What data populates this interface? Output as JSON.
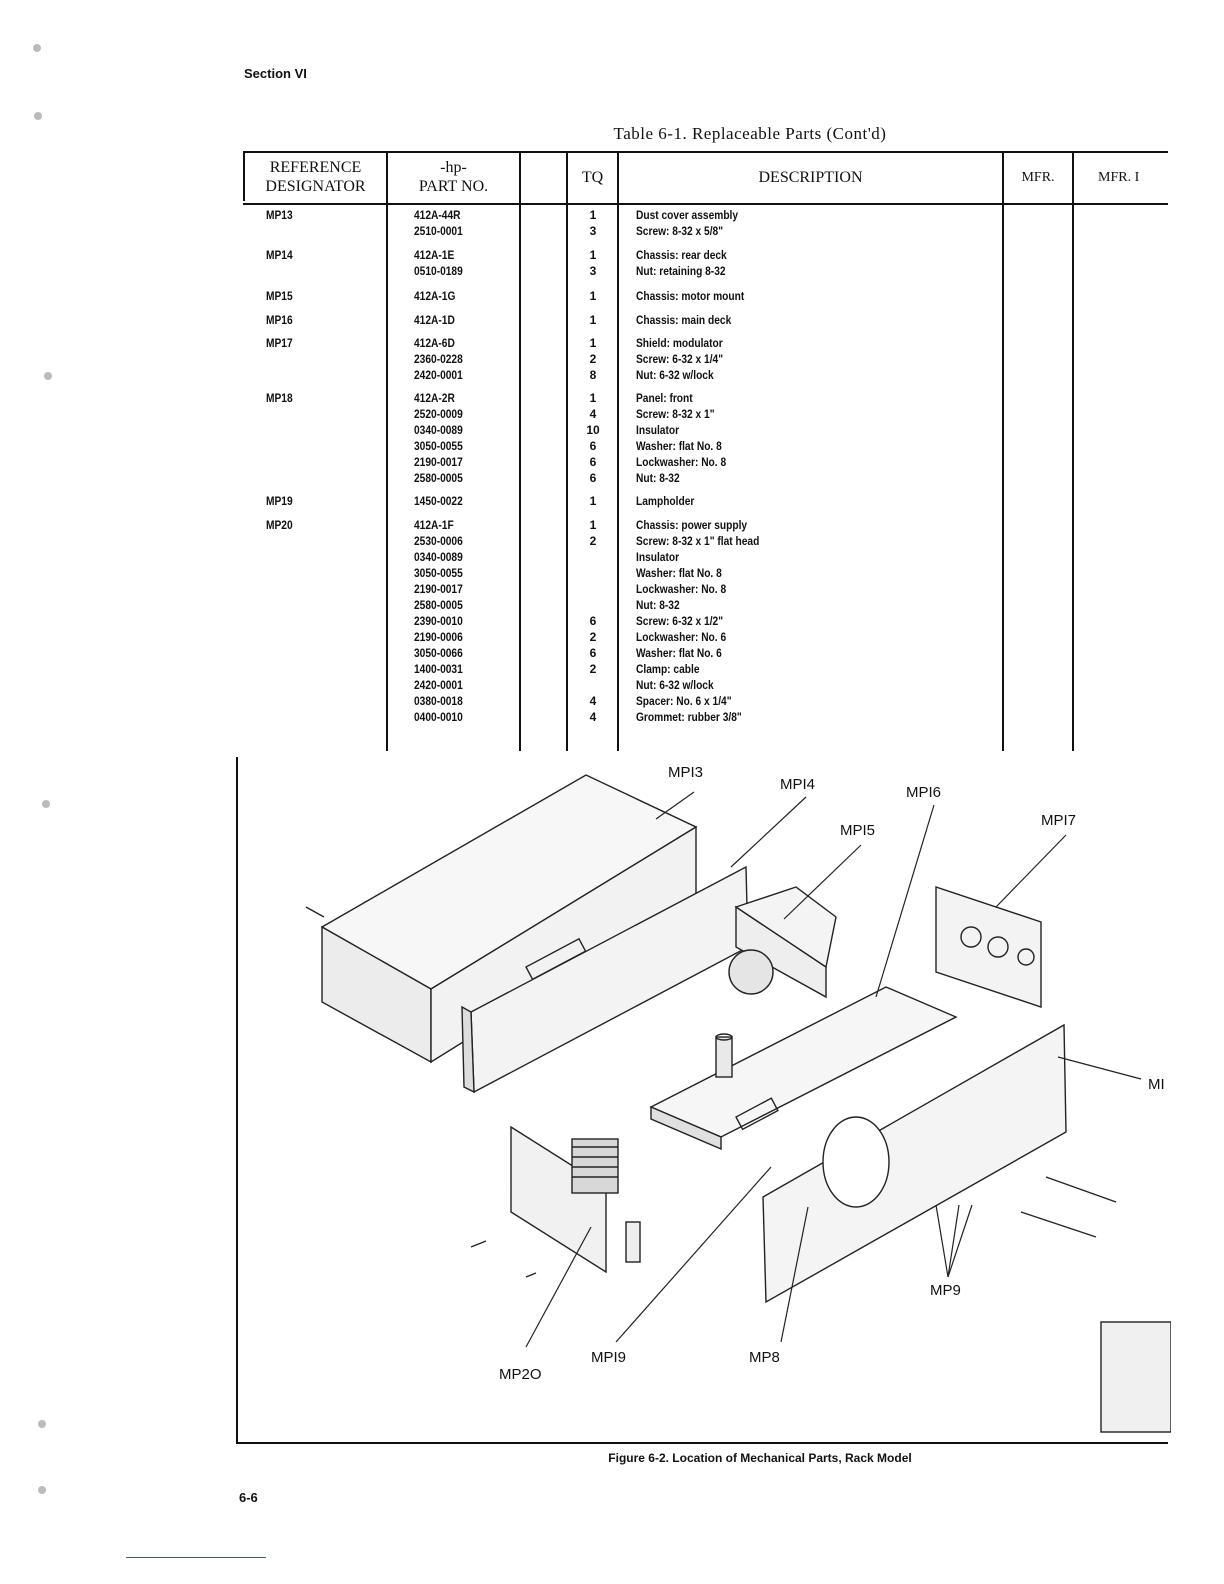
{
  "header": {
    "section": "Section VI"
  },
  "table": {
    "title": "Table 6-1.  Replaceable Parts (Cont'd)",
    "columns": {
      "ref_line1": "REFERENCE",
      "ref_line2": "DESIGNATOR",
      "part_line1": "-hp-",
      "part_line2": "PART NO.",
      "tq": "TQ",
      "description": "DESCRIPTION",
      "mfr": "MFR.",
      "mfr_part": "MFR. I"
    },
    "rows": [
      {
        "ref": "MP13",
        "part": "412A-44R",
        "tq": "1",
        "desc": "Dust cover assembly"
      },
      {
        "ref": "",
        "part": "2510-0001",
        "tq": "3",
        "desc": "Screw:  8-32 x 5/8\""
      },
      {
        "ref": "MP14",
        "part": "412A-1E",
        "tq": "1",
        "desc": "Chassis:  rear deck"
      },
      {
        "ref": "",
        "part": "0510-0189",
        "tq": "3",
        "desc": "Nut:  retaining 8-32"
      },
      {
        "ref": "MP15",
        "part": "412A-1G",
        "tq": "1",
        "desc": "Chassis:  motor mount"
      },
      {
        "ref": "MP16",
        "part": "412A-1D",
        "tq": "1",
        "desc": "Chassis:  main deck"
      },
      {
        "ref": "MP17",
        "part": "412A-6D",
        "tq": "1",
        "desc": "Shield:  modulator"
      },
      {
        "ref": "",
        "part": "2360-0228",
        "tq": "2",
        "desc": "Screw:  6-32 x 1/4\""
      },
      {
        "ref": "",
        "part": "2420-0001",
        "tq": "8",
        "desc": "Nut:  6-32 w/lock"
      },
      {
        "ref": "MP18",
        "part": "412A-2R",
        "tq": "1",
        "desc": "Panel:  front"
      },
      {
        "ref": "",
        "part": "2520-0009",
        "tq": "4",
        "desc": "Screw:  8-32 x 1\""
      },
      {
        "ref": "",
        "part": "0340-0089",
        "tq": "10",
        "desc": "Insulator"
      },
      {
        "ref": "",
        "part": "3050-0055",
        "tq": "6",
        "desc": "Washer:  flat No. 8"
      },
      {
        "ref": "",
        "part": "2190-0017",
        "tq": "6",
        "desc": "Lockwasher:  No. 8"
      },
      {
        "ref": "",
        "part": "2580-0005",
        "tq": "6",
        "desc": "Nut:  8-32"
      },
      {
        "ref": "MP19",
        "part": "1450-0022",
        "tq": "1",
        "desc": "Lampholder"
      },
      {
        "ref": "MP20",
        "part": "412A-1F",
        "tq": "1",
        "desc": "Chassis:  power supply"
      },
      {
        "ref": "",
        "part": "2530-0006",
        "tq": "2",
        "desc": "Screw:  8-32 x 1\" flat head"
      },
      {
        "ref": "",
        "part": "0340-0089",
        "tq": "",
        "desc": "Insulator"
      },
      {
        "ref": "",
        "part": "3050-0055",
        "tq": "",
        "desc": "Washer:  flat No. 8"
      },
      {
        "ref": "",
        "part": "2190-0017",
        "tq": "",
        "desc": "Lockwasher:  No. 8"
      },
      {
        "ref": "",
        "part": "2580-0005",
        "tq": "",
        "desc": "Nut:  8-32"
      },
      {
        "ref": "",
        "part": "2390-0010",
        "tq": "6",
        "desc": "Screw:  6-32 x 1/2\""
      },
      {
        "ref": "",
        "part": "2190-0006",
        "tq": "2",
        "desc": "Lockwasher:  No. 6"
      },
      {
        "ref": "",
        "part": "3050-0066",
        "tq": "6",
        "desc": "Washer:  flat No. 6"
      },
      {
        "ref": "",
        "part": "1400-0031",
        "tq": "2",
        "desc": "Clamp:  cable"
      },
      {
        "ref": "",
        "part": "2420-0001",
        "tq": "",
        "desc": "Nut:  6-32 w/lock"
      },
      {
        "ref": "",
        "part": "0380-0018",
        "tq": "4",
        "desc": "Spacer:  No. 6 x 1/4\""
      },
      {
        "ref": "",
        "part": "0400-0010",
        "tq": "4",
        "desc": "Grommet:  rubber 3/8\""
      }
    ]
  },
  "figure": {
    "callouts": {
      "mp13": "MPI3",
      "mp14": "MPI4",
      "mp15": "MPI5",
      "mp16": "MPI6",
      "mp17": "MPI7",
      "mp18": "MI",
      "mp9": "MP9",
      "mp8": "MP8",
      "mp19": "MPI9",
      "mp20": "MP2O"
    },
    "caption": "Figure 6-2.  Location of Mechanical Parts, Rack Model"
  },
  "footer": {
    "page_number": "6-6"
  }
}
